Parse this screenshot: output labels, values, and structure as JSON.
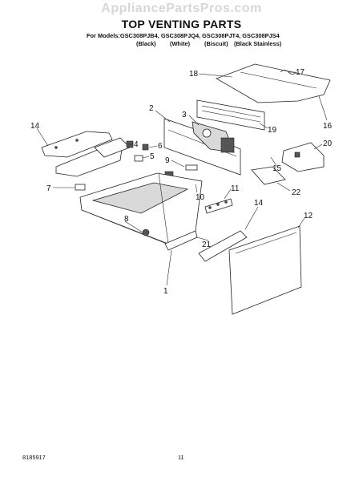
{
  "watermark": "AppliancePartsPros.com",
  "title": "TOP VENTING PARTS",
  "models_line": "For Models:GSC308PJB4, GSC308PJQ4, GSC308PJT4, GSC308PJS4",
  "colors": [
    "(Black)",
    "(White)",
    "(Biscuit)",
    "(Black Stainless)"
  ],
  "callouts": [
    "18",
    "17",
    "2",
    "3",
    "16",
    "19",
    "14",
    "4",
    "6",
    "5",
    "20",
    "9",
    "15",
    "7",
    "10",
    "22",
    "11",
    "8",
    "14",
    "12",
    "21",
    "1"
  ],
  "footer": {
    "doc_number": "8185917",
    "page_number": "11"
  }
}
